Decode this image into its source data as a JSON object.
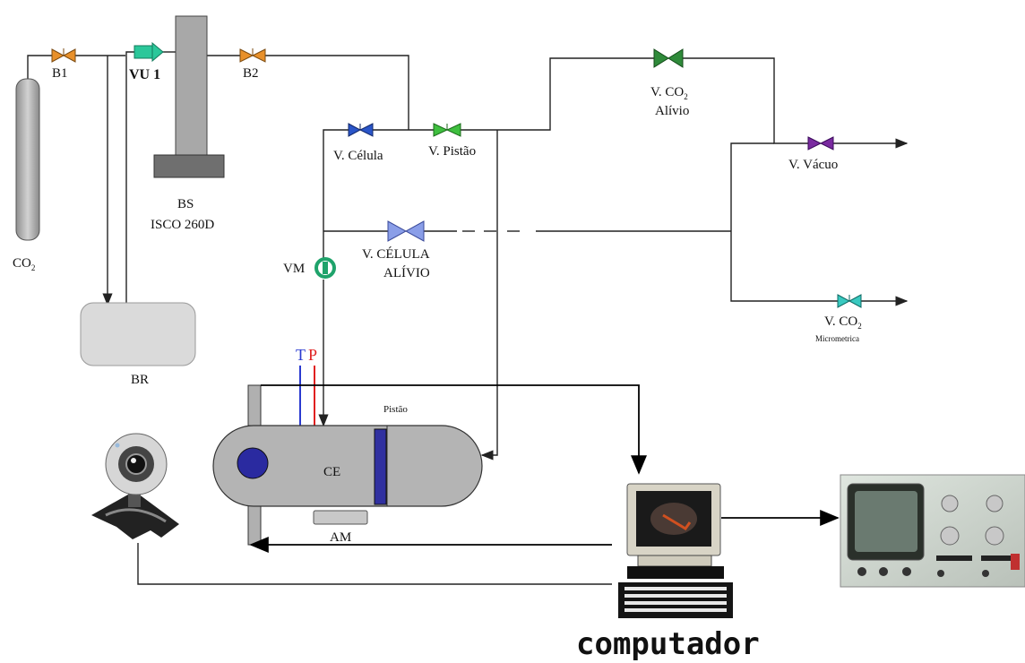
{
  "labels": {
    "co2": "CO",
    "co2_sub": "2",
    "b1": "B1",
    "vu1": "VU 1",
    "b2": "B2",
    "bs": "BS",
    "isco": "ISCO 260D",
    "br": "BR",
    "v_celula": "V. Célula",
    "v_pistao": "V. Pistão",
    "v_co2_alivio_1": "V. CO",
    "v_co2_alivio_sub": "2",
    "v_co2_alivio_2": "Alívio",
    "v_vacuo": "V. Vácuo",
    "v_celula_alivio_1": "V. CÉLULA",
    "v_celula_alivio_2": "ALÍVIO",
    "vm": "VM",
    "v_co2_micro_1": "V. CO",
    "v_co2_micro_sub": "2",
    "v_co2_micro_2": "Micrometrica",
    "t": "T",
    "p": "P",
    "pistao": "Pistão",
    "ce": "CE",
    "am": "AM",
    "computador": "computador"
  },
  "colors": {
    "valve_orange": "#e8902a",
    "valve_teal_vu": "#2bc79a",
    "valve_blue": "#2a55c8",
    "valve_green": "#3fbf3f",
    "valve_darkgreen": "#2f8a3a",
    "valve_purple": "#7a2aa0",
    "valve_lightblue": "#8a9ee8",
    "valve_cyan": "#39c9c0",
    "vm_green": "#1fa36b",
    "t_blue": "#2a3ad0",
    "p_red": "#e02020",
    "cell_grey": "#b4b4b4",
    "piston_blue": "#3030a0"
  }
}
